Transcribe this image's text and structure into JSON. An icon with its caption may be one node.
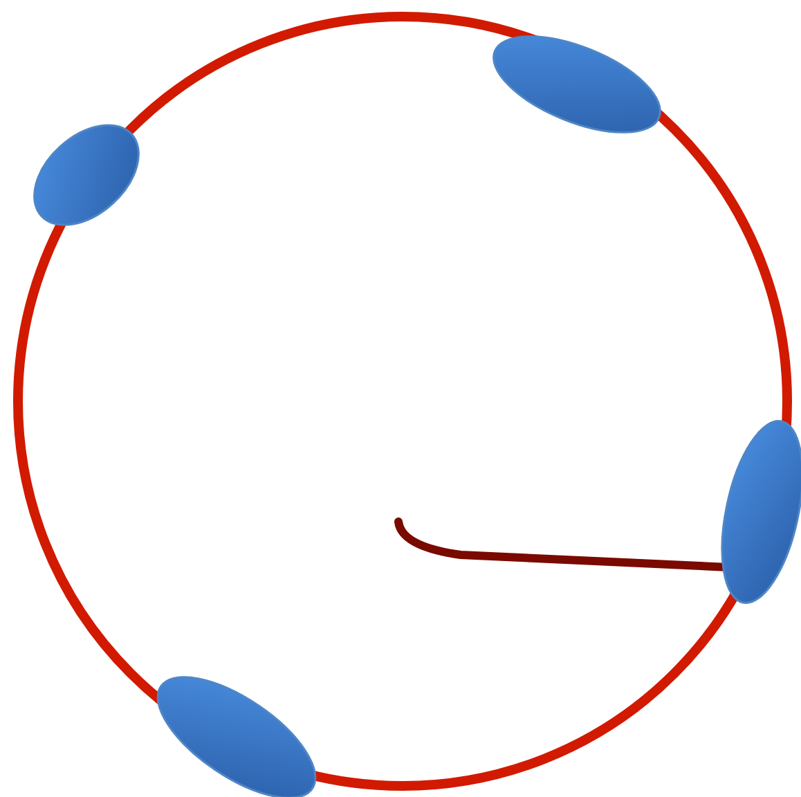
{
  "diagram": {
    "nodes": [
      {
        "text": [],
        "shape": "ellipse"
      },
      {
        "text": [],
        "shape": "ellipse"
      },
      {
        "text": [],
        "shape": "ellipse"
      },
      {
        "text": [],
        "shape": "ellipse"
      }
    ],
    "edges": [
      {
        "from": null,
        "to": 2,
        "arrow": "none"
      }
    ]
  }
}
